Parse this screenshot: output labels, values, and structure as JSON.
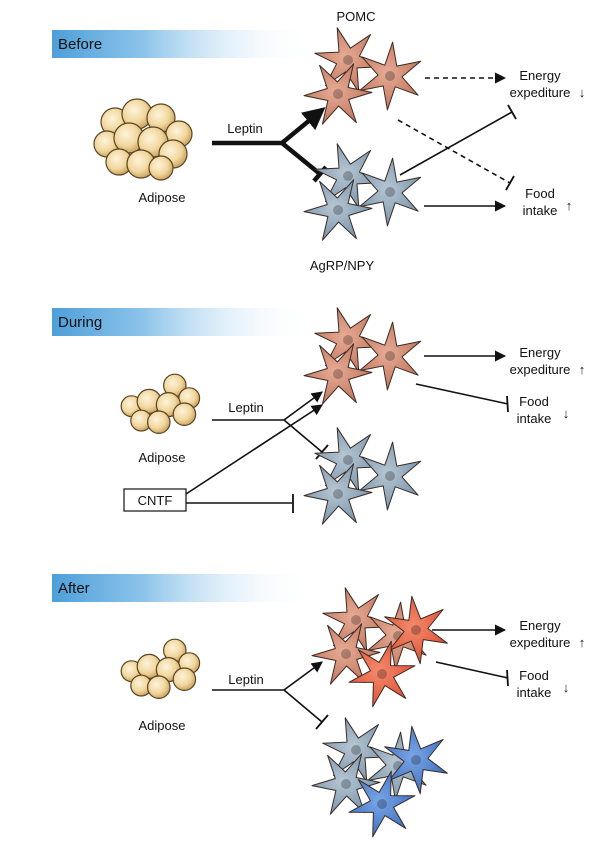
{
  "colors": {
    "banner": "#5ba7dd",
    "pomc": "#c9795f",
    "pomc_active": "#e2553a",
    "agrp": "#6f8fa8",
    "agrp_active": "#3e74c4",
    "fat": "#f0d49a"
  },
  "panels": [
    {
      "phase": "Before",
      "pomc_label": "POMC",
      "agrp_label": "AgRP/NPY",
      "leptin": "Leptin",
      "adipose": "Adipose",
      "energy": "Energy",
      "energy2": "expediture",
      "energy_dir": "↓",
      "food": "Food",
      "food2": "intake",
      "food_dir": "↑"
    },
    {
      "phase": "During",
      "leptin": "Leptin",
      "adipose": "Adipose",
      "cntf": "CNTF",
      "energy": "Energy",
      "energy2": "expediture",
      "energy_dir": "↑",
      "food": "Food",
      "food2": "intake",
      "food_dir": "↓"
    },
    {
      "phase": "After",
      "leptin": "Leptin",
      "adipose": "Adipose",
      "energy": "Energy",
      "energy2": "expediture",
      "energy_dir": "↑",
      "food": "Food",
      "food2": "intake",
      "food_dir": "↓"
    }
  ]
}
